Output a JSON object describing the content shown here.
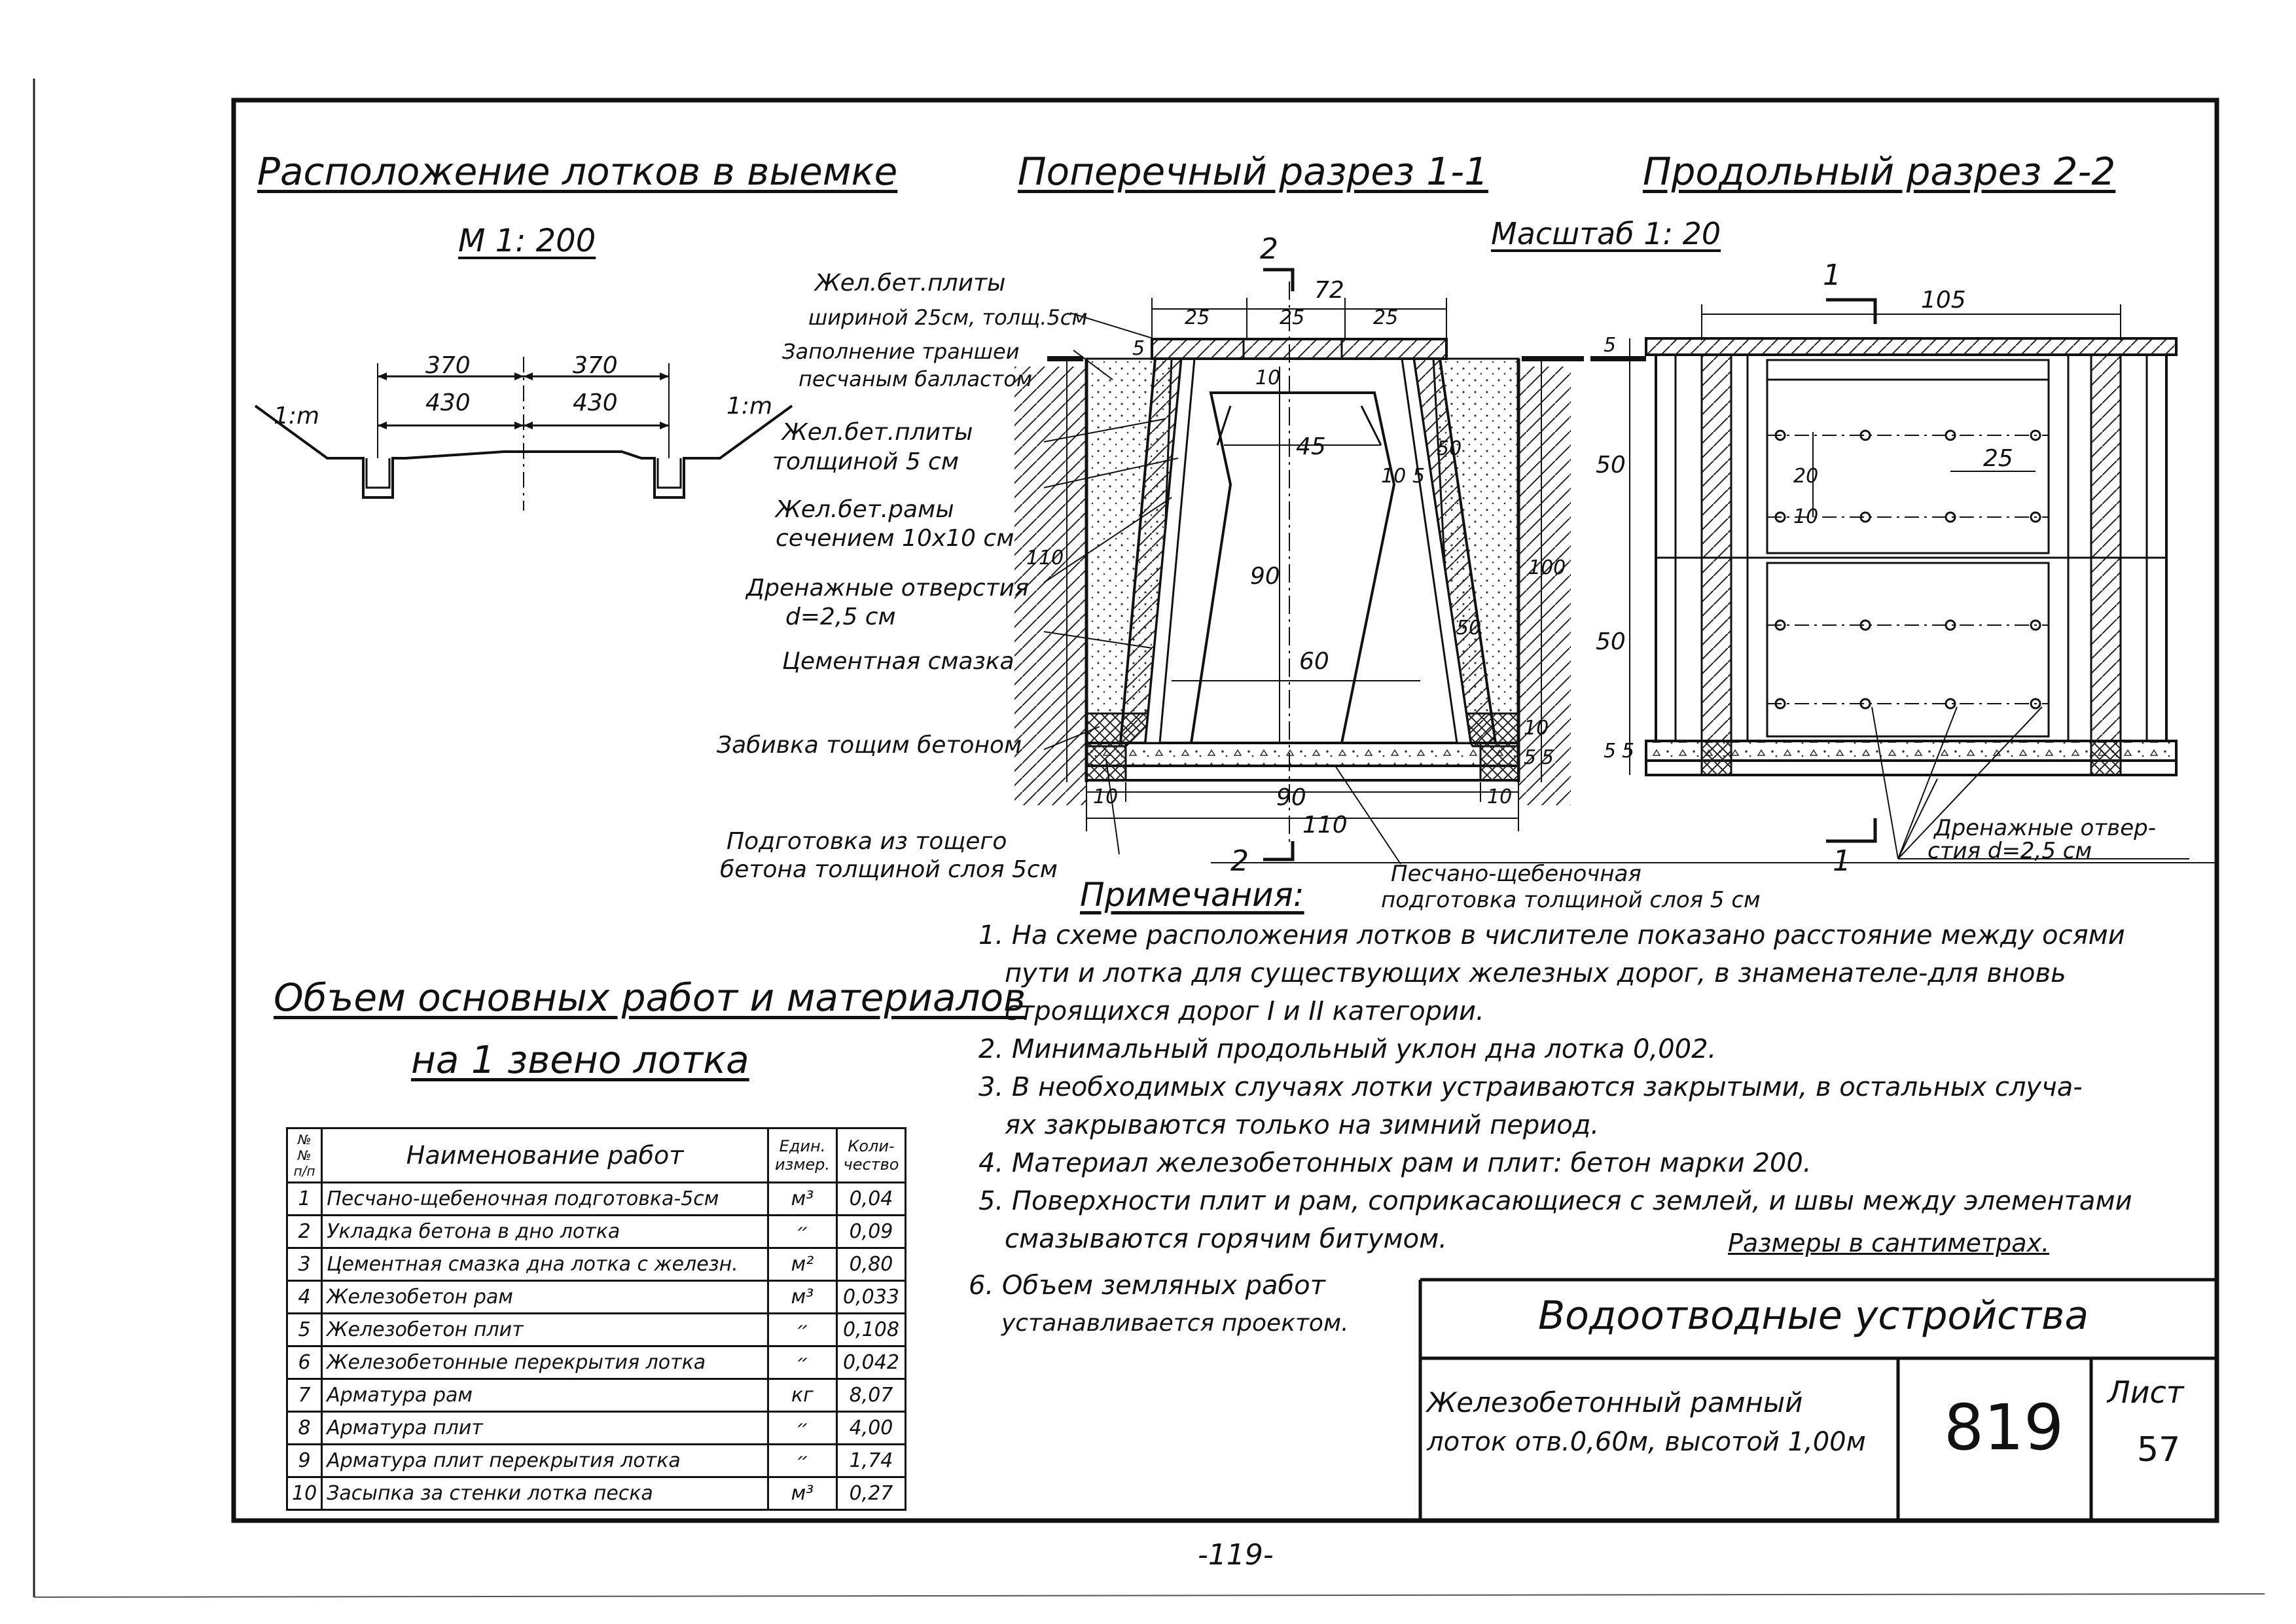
{
  "titles": {
    "layout": "Расположение лотков в выемке",
    "layout_scale": "М 1: 200",
    "cross_section": "Поперечный разрез 1-1",
    "long_section": "Продольный разрез 2-2",
    "long_scale": "Масштаб 1: 20",
    "volume_1": "Объем основных работ и материалов",
    "volume_2": "на 1 звено лотка",
    "notes": "Примечания:"
  },
  "layout_plan": {
    "dim_top_left": "370",
    "dim_top_right": "370",
    "dim_bot_left": "430",
    "dim_bot_right": "430",
    "slope_left": "1:m",
    "slope_right": "1:m"
  },
  "callouts": {
    "c1a": "Жел.бет.плиты",
    "c1b": "шириной 25см, толщ.5см",
    "c2a": "Заполнение траншеи",
    "c2b": "песчаным балластом",
    "c3a": "Жел.бет.плиты",
    "c3b": "толщиной 5 см",
    "c4a": "Жел.бет.рамы",
    "c4b": "сечением 10х10 см",
    "c5a": "Дренажные отверстия",
    "c5b": "d=2,5 см",
    "c6": "Цементная смазка",
    "c7": "Забивка тощим бетоном",
    "c8a": "Подготовка из тощего",
    "c8b": "бетона толщиной слоя 5см",
    "c9a": "Песчано-щебеночная",
    "c9b": "подготовка толщиной слоя 5 см",
    "c10a": "Дренажные отвер-",
    "c10b": "стия d=2,5 см"
  },
  "cross_dims": {
    "mark_top": "2",
    "mark_bottom": "2",
    "d72": "72",
    "d25a": "25",
    "d25b": "25",
    "d25c": "25",
    "d5": "5",
    "d10a": "10",
    "d45": "45",
    "d50a": "50",
    "d10b": "10",
    "d5b": "5",
    "d90v": "90",
    "d110v": "110",
    "d100v": "100",
    "d50b": "50",
    "d60": "60",
    "d10c": "10",
    "d5c": "5",
    "d5d": "5",
    "d10l": "10",
    "d90h": "90",
    "d10r": "10",
    "d110h": "110"
  },
  "long_dims": {
    "mark_top": "1",
    "mark_bottom": "1",
    "d105": "105",
    "d5a": "5",
    "d50a": "50",
    "d50b": "50",
    "d5b": "5",
    "d5c": "5",
    "d20": "20",
    "d10": "10",
    "d25": "25"
  },
  "notes": [
    "1. На схеме расположения лотков в числителе показано расстояние между осями",
    "пути и лотка для существующих железных дорог, в знаменателе-для вновь",
    "строящихся дорог I и II категории.",
    "2. Минимальный продольный уклон дна лотка 0,002.",
    "3. В необходимых случаях лотки устраиваются закрытыми, в остальных случа-",
    "ях закрываются только на зимний период.",
    "4. Материал железобетонных рам и плит: бетон марки 200.",
    "5. Поверхности плит и рам, соприкасающиеся с землей, и швы между элементами",
    "смазываются горячим битумом.",
    "6. Объем земляных работ",
    "устанавливается проектом."
  ],
  "units_note": "Размеры в сантиметрах.",
  "table": {
    "headers": [
      "№№ п/п",
      "Наименование работ",
      "Един. измер.",
      "Коли-чество"
    ],
    "rows": [
      {
        "n": "1",
        "name": "Песчано-щебеночная подготовка-5см",
        "unit": "м³",
        "qty": "0,04"
      },
      {
        "n": "2",
        "name": "Укладка бетона в дно лотка",
        "unit": "״",
        "qty": "0,09"
      },
      {
        "n": "3",
        "name": "Цементная смазка дна лотка с железн.",
        "unit": "м²",
        "qty": "0,80"
      },
      {
        "n": "4",
        "name": "Железобетон рам",
        "unit": "м³",
        "qty": "0,033"
      },
      {
        "n": "5",
        "name": "Железобетон плит",
        "unit": "״",
        "qty": "0,108"
      },
      {
        "n": "6",
        "name": "Железобетонные перекрытия лотка",
        "unit": "״",
        "qty": "0,042"
      },
      {
        "n": "7",
        "name": "Арматура рам",
        "unit": "кг",
        "qty": "8,07"
      },
      {
        "n": "8",
        "name": "Арматура плит",
        "unit": "״",
        "qty": "4,00"
      },
      {
        "n": "9",
        "name": "Арматура плит перекрытия лотка",
        "unit": "״",
        "qty": "1,74"
      },
      {
        "n": "10",
        "name": "Засыпка за стенки лотка песка",
        "unit": "м³",
        "qty": "0,27"
      }
    ]
  },
  "title_block": {
    "main": "Водоотводные устройства",
    "desc_1": "Железобетонный рамный",
    "desc_2": "лоток отв.0,60м, высотой 1,00м",
    "code": "819",
    "sheet_label": "Лист",
    "sheet_no": "57"
  },
  "page_number": "-119-"
}
